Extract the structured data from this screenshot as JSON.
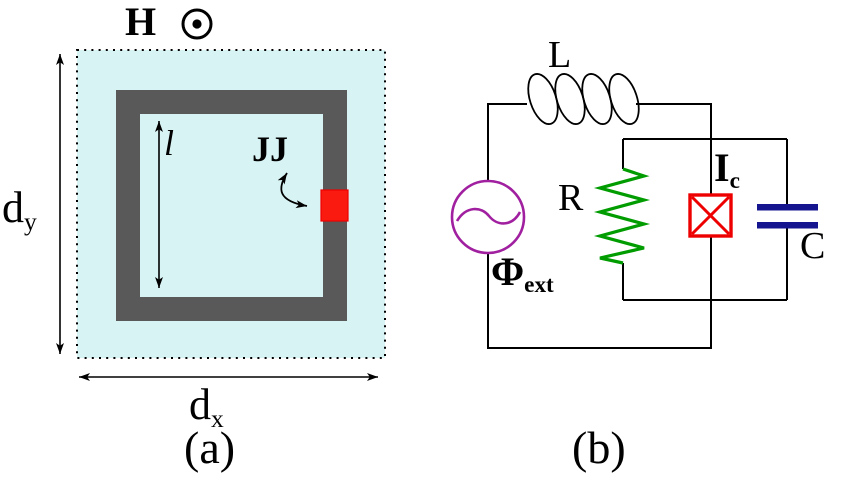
{
  "figure": {
    "panel_a": {
      "caption": "(a)",
      "field_label": "H",
      "inner_length_label": "l",
      "junction_label": "JJ",
      "width_label": {
        "main": "d",
        "sub": "x"
      },
      "height_label": {
        "main": "d",
        "sub": "y"
      }
    },
    "panel_b": {
      "caption": "(b)",
      "inductor_label": "L",
      "resistor_label": "R",
      "capacitor_label": "C",
      "critical_current_label": {
        "main": "I",
        "sub": "c"
      },
      "flux_label": {
        "main": "Φ",
        "sub": "ext"
      }
    },
    "colors": {
      "substrate": "#d8f3f4",
      "loop_gray": "#595959",
      "junction_red_fill": "#fb1a10",
      "junction_red_stroke": "#ee0000",
      "resistor_green": "#009c00",
      "capacitor_blue": "#15158f",
      "source_purple": "#a020a0",
      "wire_black": "#000000"
    }
  }
}
